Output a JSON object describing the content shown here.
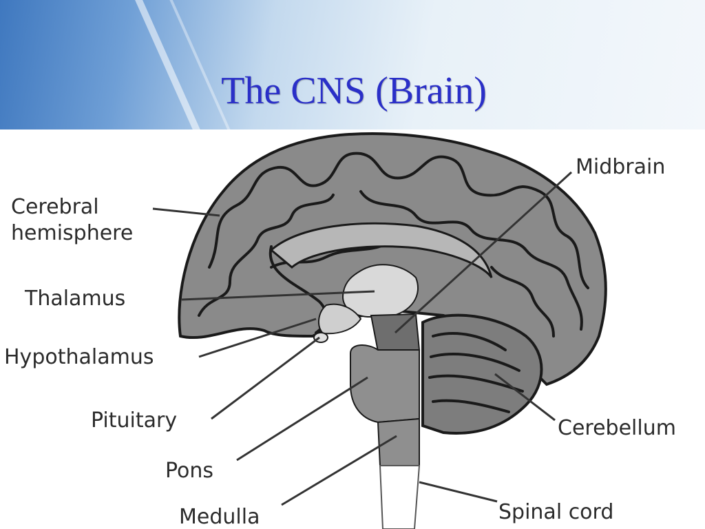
{
  "slide": {
    "title": "The CNS (Brain)"
  },
  "diagram": {
    "labels": {
      "cerebral_line1": "Cerebral",
      "cerebral_line2": "hemisphere",
      "thalamus": "Thalamus",
      "hypothalamus": "Hypothalamus",
      "pituitary": "Pituitary",
      "pons": "Pons",
      "medulla": "Medulla",
      "midbrain": "Midbrain",
      "cerebellum": "Cerebellum",
      "spinal_cord": "Spinal cord"
    },
    "colors": {
      "title": "#2a2fc8",
      "cortex": "#8a8a8a",
      "thalamus": "#d9d9d9",
      "brainstem": "#8f8f8f",
      "midbrain": "#6e6e6e",
      "cerebellum": "#7d7d7d"
    }
  }
}
